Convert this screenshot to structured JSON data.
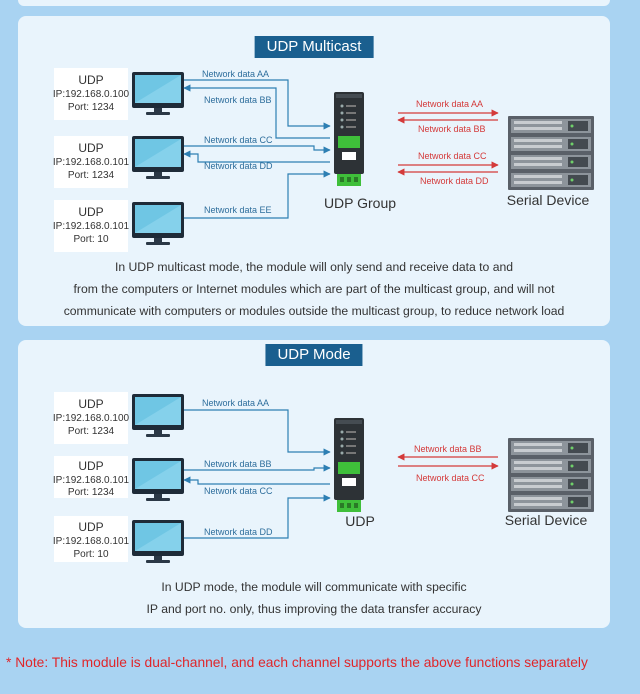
{
  "multicast": {
    "title": "UDP Multicast",
    "hosts": [
      {
        "name": "UDP",
        "ip": "IP:192.168.0.100",
        "port": "Port:  1234"
      },
      {
        "name": "UDP",
        "ip": "IP:192.168.0.101",
        "port": "Port:  1234"
      },
      {
        "name": "UDP",
        "ip": "IP:192.168.0.101",
        "port": "Port:  10"
      }
    ],
    "links": [
      "Network data AA",
      "Network data BB",
      "Network data CC",
      "Network data DD",
      "Network data EE"
    ],
    "serial_links": [
      "Network data AA",
      "Network data BB",
      "Network data CC",
      "Network data DD"
    ],
    "device_label": "UDP Group",
    "serial_label": "Serial Device",
    "desc": [
      "In UDP multicast mode, the module will only send and receive data to and",
      "from the computers or Internet modules which are part of the multicast group, and will not",
      "communicate with computers or modules outside the multicast group, to reduce network load"
    ]
  },
  "udp": {
    "title": "UDP Mode",
    "hosts": [
      {
        "name": "UDP",
        "ip": "IP:192.168.0.100",
        "port": "Port:  1234"
      },
      {
        "name": "UDP",
        "ip": "IP:192.168.0.101",
        "port": "Port:  1234"
      },
      {
        "name": "UDP",
        "ip": "IP:192.168.0.101",
        "port": "Port:  10"
      }
    ],
    "links": [
      "Network data AA",
      "Network data BB",
      "Network data CC",
      "Network data DD"
    ],
    "serial_links": [
      "Network data BB",
      "Network data CC"
    ],
    "device_label": "UDP",
    "serial_label": "Serial Device",
    "desc": [
      "In UDP mode, the module will communicate with specific",
      "IP and port no. only, thus improving the data transfer accuracy"
    ]
  },
  "note": "* Note: This module is dual-channel, and each channel supports the above functions separately",
  "colors": {
    "panel": "#e9f4fc",
    "title_bg": "#1a5f8f",
    "line": "#2e7fb3",
    "serial_line": "#d43a3a",
    "module_green": "#3fbf3a"
  }
}
